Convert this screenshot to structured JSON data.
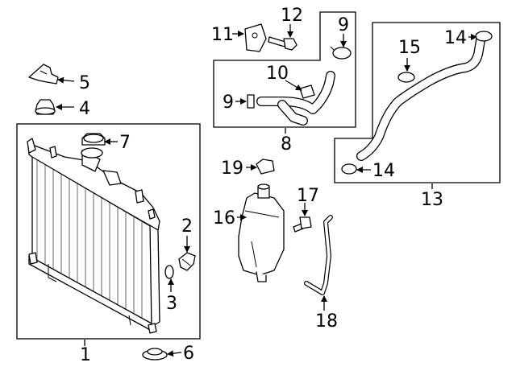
{
  "callouts": [
    {
      "id": "1",
      "label": "1"
    },
    {
      "id": "2",
      "label": "2"
    },
    {
      "id": "3",
      "label": "3"
    },
    {
      "id": "4",
      "label": "4"
    },
    {
      "id": "5",
      "label": "5"
    },
    {
      "id": "6",
      "label": "6"
    },
    {
      "id": "7",
      "label": "7"
    },
    {
      "id": "8",
      "label": "8"
    },
    {
      "id": "9a",
      "label": "9"
    },
    {
      "id": "9b",
      "label": "9"
    },
    {
      "id": "10",
      "label": "10"
    },
    {
      "id": "11",
      "label": "11"
    },
    {
      "id": "12",
      "label": "12"
    },
    {
      "id": "13",
      "label": "13"
    },
    {
      "id": "14a",
      "label": "14"
    },
    {
      "id": "14b",
      "label": "14"
    },
    {
      "id": "15",
      "label": "15"
    },
    {
      "id": "16",
      "label": "16"
    },
    {
      "id": "17",
      "label": "17"
    },
    {
      "id": "18",
      "label": "18"
    },
    {
      "id": "19",
      "label": "19"
    }
  ]
}
